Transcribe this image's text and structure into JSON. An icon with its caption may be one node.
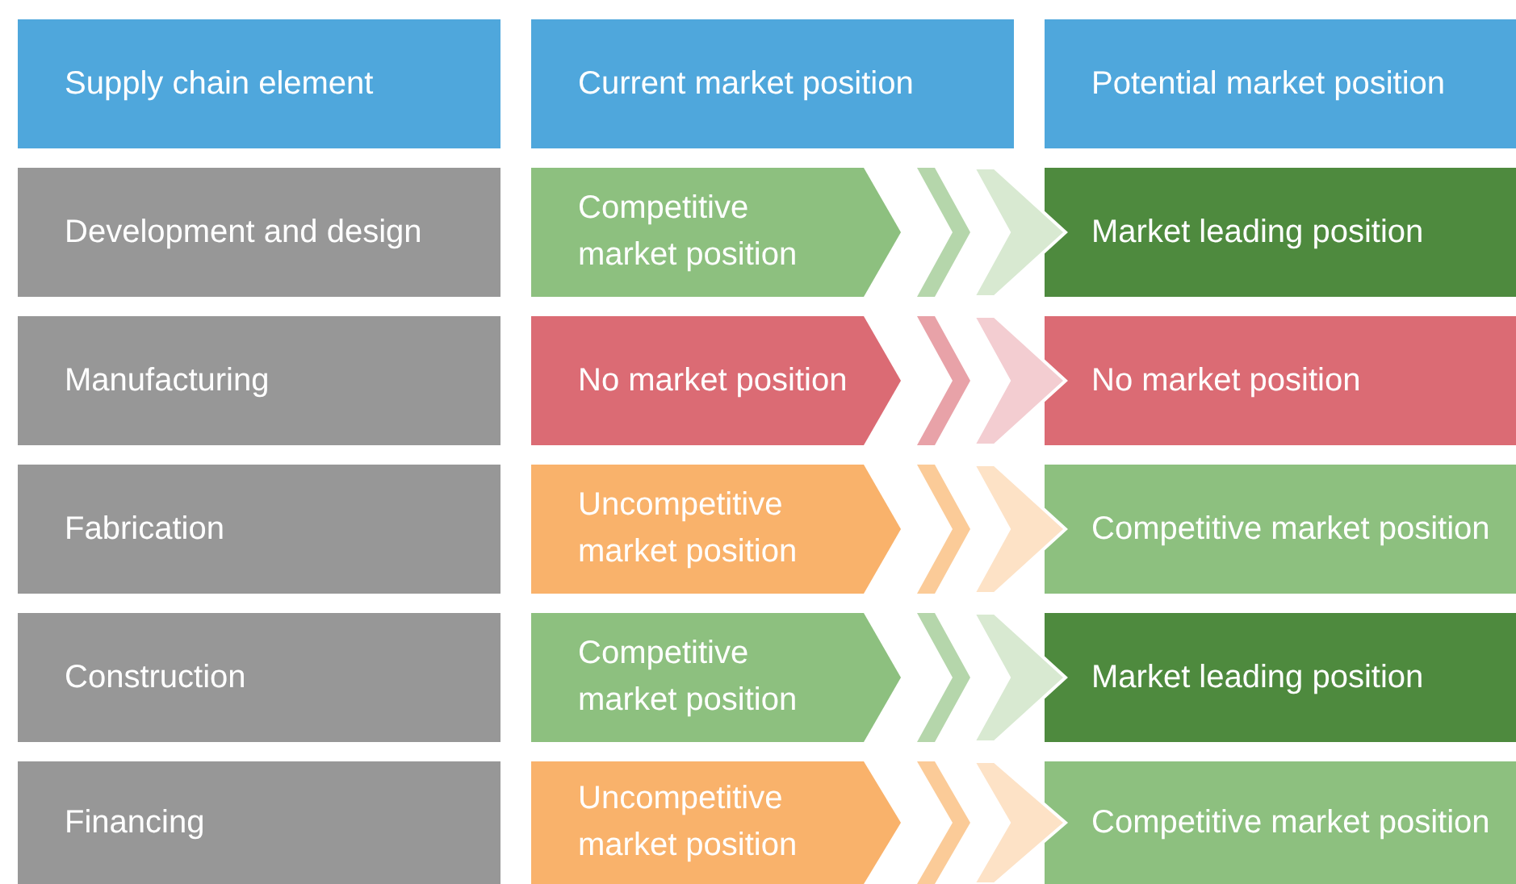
{
  "diagram": {
    "nodes": [
      {
        "text": [
          "Supply chain element"
        ]
      },
      {
        "text": [
          "Current market position"
        ]
      },
      {
        "text": [
          "Potential market position"
        ]
      },
      {
        "text": [
          "Development and design"
        ]
      },
      {
        "text": [
          "Competitive market position"
        ]
      },
      {
        "text": [
          "Market leading position"
        ]
      },
      {
        "text": [
          "Manufacturing"
        ]
      },
      {
        "text": [
          "No market position"
        ]
      },
      {
        "text": [
          "No market position"
        ]
      },
      {
        "text": [
          "Fabrication"
        ]
      },
      {
        "text": [
          "Uncompetitive market position"
        ]
      },
      {
        "text": [
          "Competitive market position"
        ]
      },
      {
        "text": [
          "Construction"
        ]
      },
      {
        "text": [
          "Competitive market position"
        ]
      },
      {
        "text": [
          "Market leading position"
        ]
      },
      {
        "text": [
          "Financing"
        ]
      },
      {
        "text": [
          "Uncompetitive market position"
        ]
      },
      {
        "text": [
          "Competitive market position"
        ]
      }
    ],
    "edges": [
      {
        "from": 4,
        "to": 5,
        "arrow": "to"
      },
      {
        "from": 7,
        "to": 8,
        "arrow": "to"
      },
      {
        "from": 10,
        "to": 11,
        "arrow": "to"
      },
      {
        "from": 13,
        "to": 14,
        "arrow": "to"
      },
      {
        "from": 16,
        "to": 17,
        "arrow": "to"
      }
    ]
  }
}
